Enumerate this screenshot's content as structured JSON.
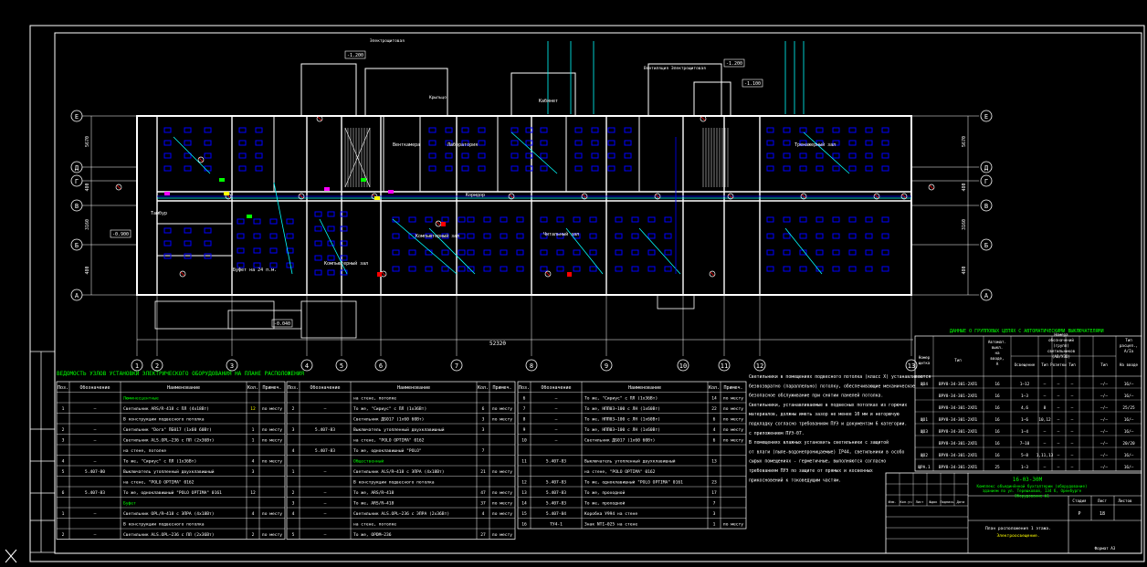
{
  "drawing": {
    "plan_title_lines": [
      "План расположения 1 этажа.",
      "Электроосвещение."
    ],
    "project_code": "16-03-30М",
    "project_name_lines": [
      "Комплекс объединённой бухгалтерии (оборудование)",
      "зданием по ул. Терешковой, 134 б, Оренбурге",
      "Оборудование №1"
    ],
    "stage": "Р",
    "sheet": "18",
    "format": "Формат А3",
    "stamp_headers": [
      "Стадия",
      "Лист",
      "Листов"
    ],
    "stamp_row_labels": [
      "Изм.",
      "Кол.уч",
      "Лист",
      "№док",
      "Подпись",
      "Дата"
    ],
    "overall_dimension": "52320",
    "axes_cols": [
      "1",
      "2",
      "3",
      "4",
      "5",
      "6",
      "7",
      "8",
      "9",
      "10",
      "11",
      "12",
      "13"
    ],
    "axes_rows": [
      "Е",
      "Д",
      "Г",
      "В",
      "Б",
      "А"
    ],
    "left_dims": [
      "5670",
      "480",
      "3160",
      "480"
    ],
    "level_marks": [
      "-1.200",
      "-1.200",
      "-0.900",
      "-0.040",
      "-1.100"
    ],
    "room_labels": [
      "Компьютерный зал",
      "Читальный зал",
      "Компьютерный зал",
      "Буфет на 24 п.м.",
      "Коридор",
      "Тамбур",
      "Лаборатория",
      "Кабинет",
      "Тренажерный зал",
      "Венткамера"
    ],
    "top_labels": [
      "Электрощитовая",
      "Крыльцо",
      "Вентиляция",
      "Электрощитовая"
    ]
  },
  "equipment_list": {
    "title": "ВЕДОМОСТЬ УЗЛОВ УСТАНОВКИ ЭЛЕКТРИЧЕСКОГО ОБОРУДОВАНИЯ НА ПЛАНЕ РАСПОЛОЖЕНИЯ",
    "headers": [
      "Поз.",
      "Обозначение",
      "Наименование",
      "Кол.",
      "Примеч."
    ],
    "blocks": [
      {
        "rows": [
          [
            "",
            "",
            "Люминесцентные",
            "",
            ""
          ],
          [
            "1",
            "–",
            "Светильник ARS/R-418 с ПЛ (4х18Вт)",
            "12",
            "по месту"
          ],
          [
            "",
            "",
            "В конструкции подвесного потолка",
            "",
            ""
          ],
          [
            "2",
            "–",
            "Светильник \"Dora\" ПБ017 (1х60 60Вт)",
            "1",
            "по месту"
          ],
          [
            "3",
            "–",
            "Светильник ALS.OPL–236 с ПЛ (2х36Вт)",
            "1",
            "по месту"
          ],
          [
            "",
            "",
            "на стене, потолке",
            "",
            ""
          ],
          [
            "4",
            "–",
            "То же, \"Сириус\" с ПЛ (1х36Вт)",
            "4",
            "по месту"
          ],
          [
            "5",
            "5.407-80",
            "Выключатель утопленный двухклавишный",
            "3",
            ""
          ],
          [
            "",
            "",
            "на стене, \"POLO OPTIMA\" 0162",
            "",
            ""
          ],
          [
            "6",
            "5.407-83",
            "То же, одноклавишный \"POLO OPTIMA\" 0161",
            "12",
            ""
          ],
          [
            "",
            "",
            "Буфет",
            "",
            ""
          ],
          [
            "1",
            "–",
            "Светильник OPL/R–418 с ЭПРА (4х18Вт)",
            "4",
            "по месту"
          ],
          [
            "",
            "",
            "В конструкции подвесного потолка",
            "",
            ""
          ],
          [
            "2",
            "–",
            "Светильник ALS.OPL–236 с ПЛ (2х36Вт)",
            "2",
            "по месту"
          ]
        ]
      },
      {
        "rows": [
          [
            "",
            "",
            "на стене, потолке",
            "",
            ""
          ],
          [
            "2",
            "–",
            "То же, \"Сириус\" с ПЛ (1х36Вт)",
            "6",
            "по месту"
          ],
          [
            "",
            "",
            "Светильник ДБ017 (1х60 60Вт)",
            "3",
            "по месту"
          ],
          [
            "3",
            "5.407-83",
            "Выключатель утопленный двухклавишный",
            "3",
            ""
          ],
          [
            "",
            "",
            "на стене, \"POLO OPTIMA\" 0162",
            "",
            ""
          ],
          [
            "4",
            "5.407-83",
            "То же, одноклавишный \"POLO\"",
            "7",
            ""
          ],
          [
            "",
            "",
            "Общественный",
            "",
            ""
          ],
          [
            "1",
            "–",
            "Светильник ALS/R–418 с ЭПРА (4х18Вт)",
            "21",
            "по месту"
          ],
          [
            "",
            "",
            "В конструкции подвесного потолка",
            "",
            ""
          ],
          [
            "2",
            "–",
            "То же, ARS/R–418",
            "47",
            "по месту"
          ],
          [
            "3",
            "–",
            "То же, ARS/R–418",
            "37",
            "по месту"
          ],
          [
            "4",
            "–",
            "Светильник ALS.OPL–236 с ЭПРА (2х36Вт)",
            "4",
            "по месту"
          ],
          [
            "",
            "",
            "на стене, потолке",
            "",
            ""
          ],
          [
            "5",
            "–",
            "То же, OPDM–236",
            "27",
            "по месту"
          ]
        ]
      },
      {
        "rows": [
          [
            "6",
            "–",
            "То же, \"Сириус\" с ПЛ (1х36Вт)",
            "14",
            "по месту"
          ],
          [
            "7",
            "–",
            "То же, НПП03–100 с ЛН (1х60Вт)",
            "22",
            "по месту"
          ],
          [
            "8",
            "–",
            "То же, НПП03–100 с ЛН (1х60Вт)",
            "6",
            "по месту"
          ],
          [
            "9",
            "–",
            "То же, НПП03–100 с ЛН (1х60Вт)",
            "4",
            "по месту"
          ],
          [
            "10",
            "–",
            "Светильник ДБ017 (1х60 60Вт)",
            "6",
            "по месту"
          ],
          [
            "",
            "",
            "",
            "",
            ""
          ],
          [
            "11",
            "5.407-83",
            "Выключатель утопленный двухклавишный",
            "13",
            ""
          ],
          [
            "",
            "",
            "на стене, \"POLO OPTIMA\" 0162",
            "",
            ""
          ],
          [
            "12",
            "5.407-83",
            "То же, одноклавишный \"POLO OPTIMA\" 0161",
            "23",
            ""
          ],
          [
            "13",
            "5.407-83",
            "То же, проходной",
            "17",
            ""
          ],
          [
            "14",
            "5.407-83",
            "То же, проходной",
            "7",
            ""
          ],
          [
            "15",
            "5.407-84",
            "Коробка У994 на стене",
            "3",
            ""
          ],
          [
            "16",
            "ТУ4-1",
            "Знак NTI–025 на стене",
            "1",
            "по месту"
          ]
        ]
      }
    ]
  },
  "notes": [
    "Светильники в помещениях подвесного потолка (класс Х) устанавливаются",
    "безвозвратно (параллельно) потолку, обеспечивающие механическое",
    "безопасное обслуживание при снятии панелей потолка.",
    "Светильники, устанавливаемые в подвесных потолках из горючих",
    "материалов, должны иметь зазор не менее 10 мм и негорючую",
    "подкладку согласно требованиям ПУЭ и документам 6 категории.",
    "с приложением ПУЭ-07.",
    "В помещениях влажных установить светильники с защитой",
    "от влаги (пыле-водонепроницаемые) IP44, светильники в особо",
    "сырых помещениях - герметичные, выполняются согласно",
    "требованиям ПУЭ по защите от прямых и косвенных",
    "прикосновений к токоведущим частям."
  ],
  "group_table": {
    "title": "ДАННЫЕ О ГРУППОВЫХ ЦЕПЯХ С АВТОМАТИЧЕСКИМИ ВЫКЛЮЧАТЕЛЯМИ",
    "headers": [
      "Номер щитка",
      "Тип",
      "Автомат. выкл. на вводе, А",
      "Номера обозначений (групп) светильников (АВ/УЗО)",
      "Тип расцеп., А/Ia"
    ],
    "subheaders": [
      "Освещение",
      "Тип",
      "Розетки",
      "Тип",
      "Тип",
      "На вводе"
    ],
    "rows": [
      [
        "ЩО4",
        "ВРУ8-34-301-2ХЛ1",
        "16",
        "1–12",
        "–",
        "–",
        "–",
        "–/–",
        "16/–"
      ],
      [
        "",
        "ВРУ8-34-301-2ХЛ1",
        "16",
        "1–3",
        "–",
        "–",
        "–",
        "–/–",
        "16/–"
      ],
      [
        "",
        "ВРУ8-34-301-2ХЛ1",
        "16",
        "4,6",
        "8",
        "–",
        "–",
        "–/–",
        "25/25"
      ],
      [
        "ЩО1",
        "ВРУ8-34-301-2ХЛ1",
        "16",
        "1–6",
        "10,12",
        "–",
        "–",
        "–/–",
        "16/–"
      ],
      [
        "ЩО3",
        "ВРУ8-34-301-2ХЛ1",
        "16",
        "1–4",
        "–",
        "–",
        "–",
        "–/–",
        "16/–"
      ],
      [
        "",
        "ВРУ8-34-301-2ХЛ1",
        "16",
        "7–10",
        "–",
        "–",
        "–",
        "–/–",
        "20/20"
      ],
      [
        "ЩО2",
        "ВРУ8-34-301-2ХЛ1",
        "16",
        "5–8",
        "1,11,13",
        "–",
        "–",
        "–/–",
        "16/–"
      ],
      [
        "ЩРА.1",
        "ВРУ8-34-301-2ХЛ1",
        "25",
        "1–3",
        "–",
        "–",
        "–",
        "–/–",
        "16/–"
      ]
    ]
  },
  "colors": {
    "background": "#000000",
    "frame": "#ffffff",
    "cyan": "#00ffff",
    "blue": "#0000ff",
    "green": "#00ff00",
    "yellow": "#ffff00",
    "red": "#ff0000",
    "magenta": "#ff00ff"
  }
}
